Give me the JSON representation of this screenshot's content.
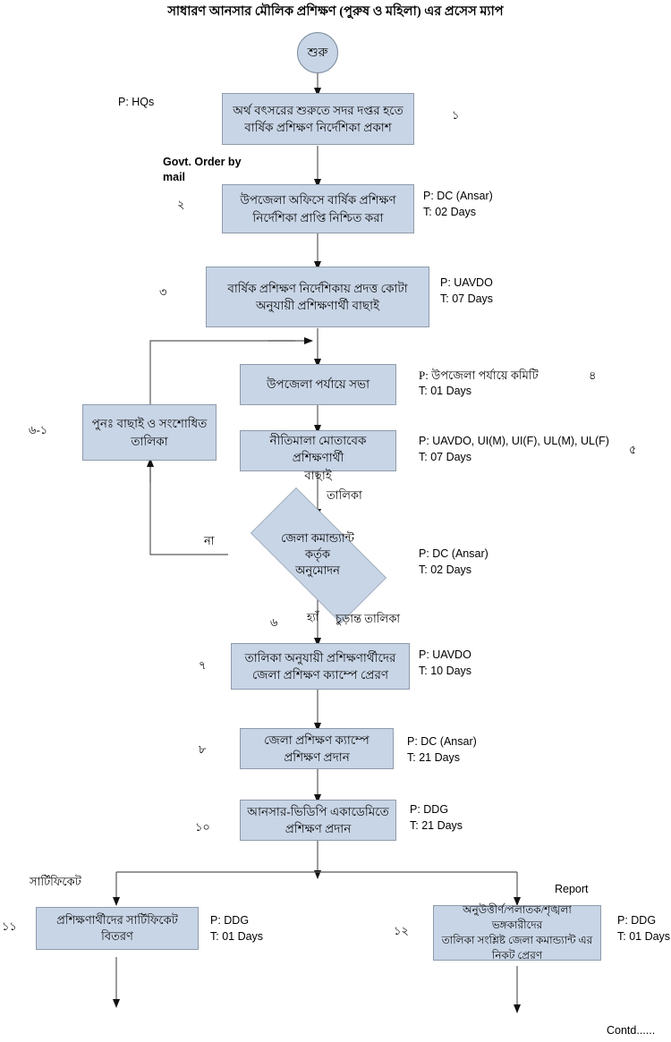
{
  "document": {
    "title": "সাধারণ আনসার মৌলিক প্রশিক্ষণ (পুরুষ ও মহিলা) এর প্রসেস ম্যাপ",
    "footer": "Contd......"
  },
  "nodes": {
    "start": {
      "label": "শুরু"
    },
    "step1": {
      "text": "অর্থ বৎসরের শুরুতে সদর দপ্তর হতে\nবার্ষিক প্রশিক্ষণ নির্দেশিকা প্রকাশ",
      "number": "১",
      "owner": "P: HQs",
      "time": ""
    },
    "step2": {
      "text": "উপজেলা অফিসে বার্ষিক প্রশিক্ষণ\nনির্দেশিকা প্রাপ্তি নিশ্চিত করা",
      "number": "২",
      "owner": "P: DC (Ansar)",
      "time": "T: 02 Days"
    },
    "step3": {
      "text": "বার্ষিক প্রশিক্ষণ নির্দেশিকায় প্রদত্ত কোটা\nঅনুযায়ী প্রশিক্ষণার্থী বাছাই",
      "number": "৩",
      "owner": "P: UAVDO",
      "time": "T: 07 Days"
    },
    "step4": {
      "text": "উপজেলা পর্যায়ে সভা",
      "number": "৪",
      "owner": "P: উপজেলা পর্যায়ে কমিটি",
      "time": "T: 01 Days"
    },
    "step5": {
      "text": "নীতিমালা মোতাবেক প্রশিক্ষণার্থী\nবাছাই",
      "number": "৫",
      "owner": "P: UAVDO, UI(M), UI(F), UL(M), UL(F)",
      "time": "T: 07 Days"
    },
    "rework": {
      "text": "পুনঃ  বাছাই ও সংশোধিত\nতালিকা",
      "number": "৬-১"
    },
    "decision6": {
      "text": "জেলা কমান্ড্যান্ট\nকর্তৃক\nঅনুমোদন",
      "number": "৬",
      "owner": "P: DC (Ansar)",
      "time": "T: 02 Days"
    },
    "step7": {
      "text": "তালিকা অনুযায়ী প্রশিক্ষণার্থীদের\nজেলা প্রশিক্ষণ ক্যাম্পে প্রেরণ",
      "number": "৭",
      "owner": "P: UAVDO",
      "time": "T: 10 Days"
    },
    "step8": {
      "text": "জেলা প্রশিক্ষণ ক্যাম্পে\nপ্রশিক্ষণ প্রদান",
      "number": "৮",
      "owner": "P: DC (Ansar)",
      "time": "T: 21 Days"
    },
    "step10": {
      "text": "আনসার-ভিডিপি একাডেমিতে\nপ্রশিক্ষণ প্রদান",
      "number": "১০",
      "owner": "P: DDG",
      "time": "T: 21 Days"
    },
    "step11": {
      "text": "প্রশিক্ষণার্থীদের  সার্টিফিকেট\nবিতরণ",
      "number": "১১",
      "owner": "P: DDG",
      "time": "T: 01 Days"
    },
    "step12": {
      "text": "অনুউত্তীর্ণ/পলাতক/শৃঙ্খলা ভঙ্গকারীদের\nতালিকা সংশ্লিষ্ট  জেলা কমান্ড্যান্ট এর\nনিকট প্রেরণ",
      "number": "১২",
      "owner": "P: DDG",
      "time": "T: 01 Days"
    }
  },
  "edge_labels": {
    "govt_order": "Govt. Order by\nmail",
    "talika": "তালিকা",
    "na": "না",
    "hya": "হ্যাঁ",
    "final_list": "চুড়ান্ত তালিকা",
    "certificate": "সার্টিফিকেট",
    "report": "Report"
  },
  "colors": {
    "box_fill": "#c8d5e6",
    "box_border": "#8e9bab",
    "line": "#595959",
    "text": "#000000"
  }
}
